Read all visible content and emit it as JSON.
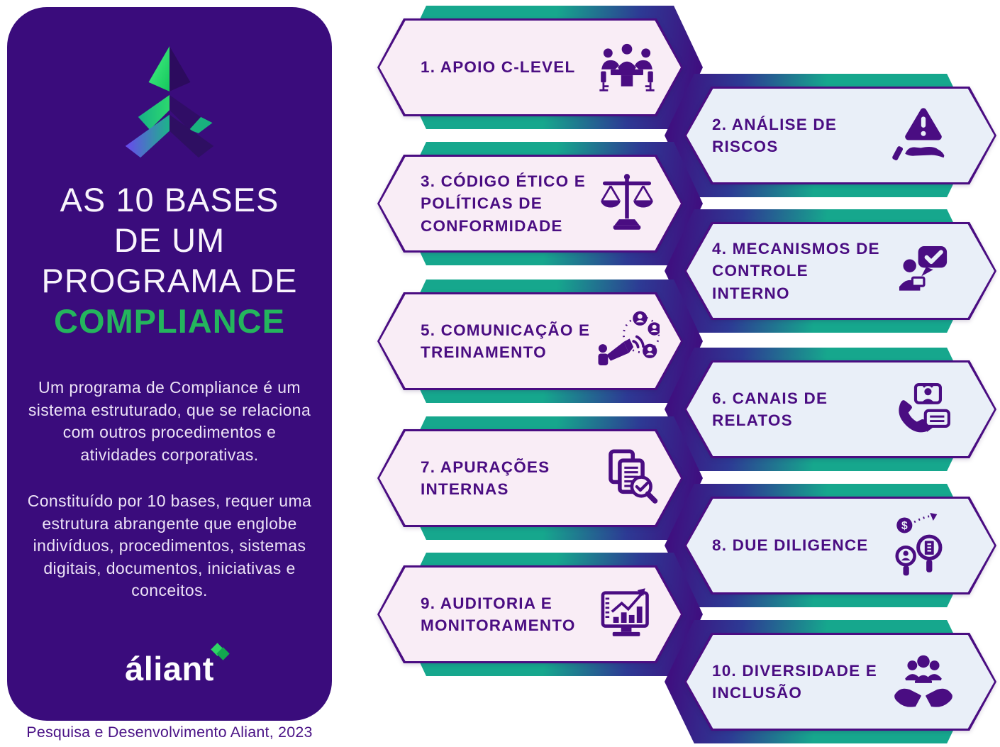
{
  "panel": {
    "title_lines": [
      "AS 10 BASES",
      "DE UM",
      "PROGRAMA DE",
      "COMPLIANCE"
    ],
    "paragraph1": "Um programa de Compliance é um sistema estruturado, que se relaciona com outros procedimentos e atividades corporativas.",
    "paragraph2": "Constituído por 10 bases, requer uma estrutura abrangente que englobe indivíduos, procedimentos, sistemas digitais, documentos, iniciativas e conceitos.",
    "logo_text": "áliant",
    "caption": "Pesquisa e Desenvolvimento Aliant, 2023"
  },
  "colors": {
    "panel_purple": "#3a0c7c",
    "accent_green": "#24b55d",
    "badge_ink_purple": "#4a0d82",
    "badge_pink_fill": "#f9edf6",
    "badge_blue_fill": "#e9eff8",
    "gradient_teal": "#16a78d",
    "gradient_indigo": "#2d3a94",
    "gradient_violet": "#3f0e7f",
    "caption_purple": "#4a1286"
  },
  "badges": [
    {
      "label": "1. APOIO C-LEVEL",
      "icon": "meeting-icon"
    },
    {
      "label": "2. ANÁLISE DE RISCOS",
      "icon": "risk-hand-icon"
    },
    {
      "label": "3. CÓDIGO ÉTICO E POLÍTICAS DE CONFORMIDADE",
      "icon": "balance-scale-icon"
    },
    {
      "label": "4. MECANISMOS DE CONTROLE INTERNO",
      "icon": "internal-control-icon"
    },
    {
      "label": "5. COMUNICAÇÃO E TREINAMENTO",
      "icon": "communication-megaphone-icon"
    },
    {
      "label": "6. CANAIS DE RELATOS",
      "icon": "report-channel-icon"
    },
    {
      "label": "7. APURAÇÕES INTERNAS",
      "icon": "document-search-icon"
    },
    {
      "label": "8. DUE DILIGENCE",
      "icon": "due-diligence-search-icon"
    },
    {
      "label": "9. AUDITORIA E MONITORAMENTO",
      "icon": "monitor-chart-icon"
    },
    {
      "label": "10. DIVERSIDADE E INCLUSÃO",
      "icon": "diversity-hands-icon"
    }
  ]
}
